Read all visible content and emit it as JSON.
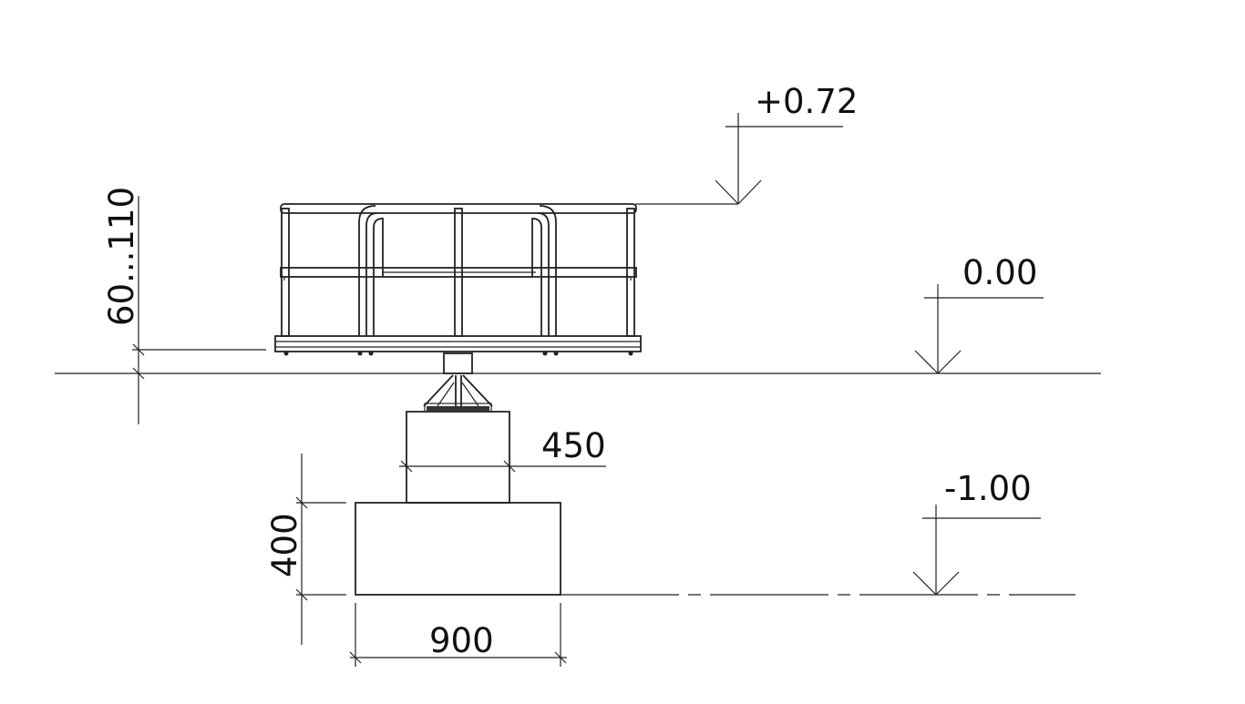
{
  "elevations": {
    "top_rail": "+0.72",
    "ground": "0.00",
    "foundation_bottom": "-1.00"
  },
  "dimensions": {
    "platform_height": "60...110",
    "pedestal_width": "450",
    "footing_height": "400",
    "footing_width": "900"
  },
  "colors": {
    "line": "#222222",
    "background": "#ffffff"
  }
}
